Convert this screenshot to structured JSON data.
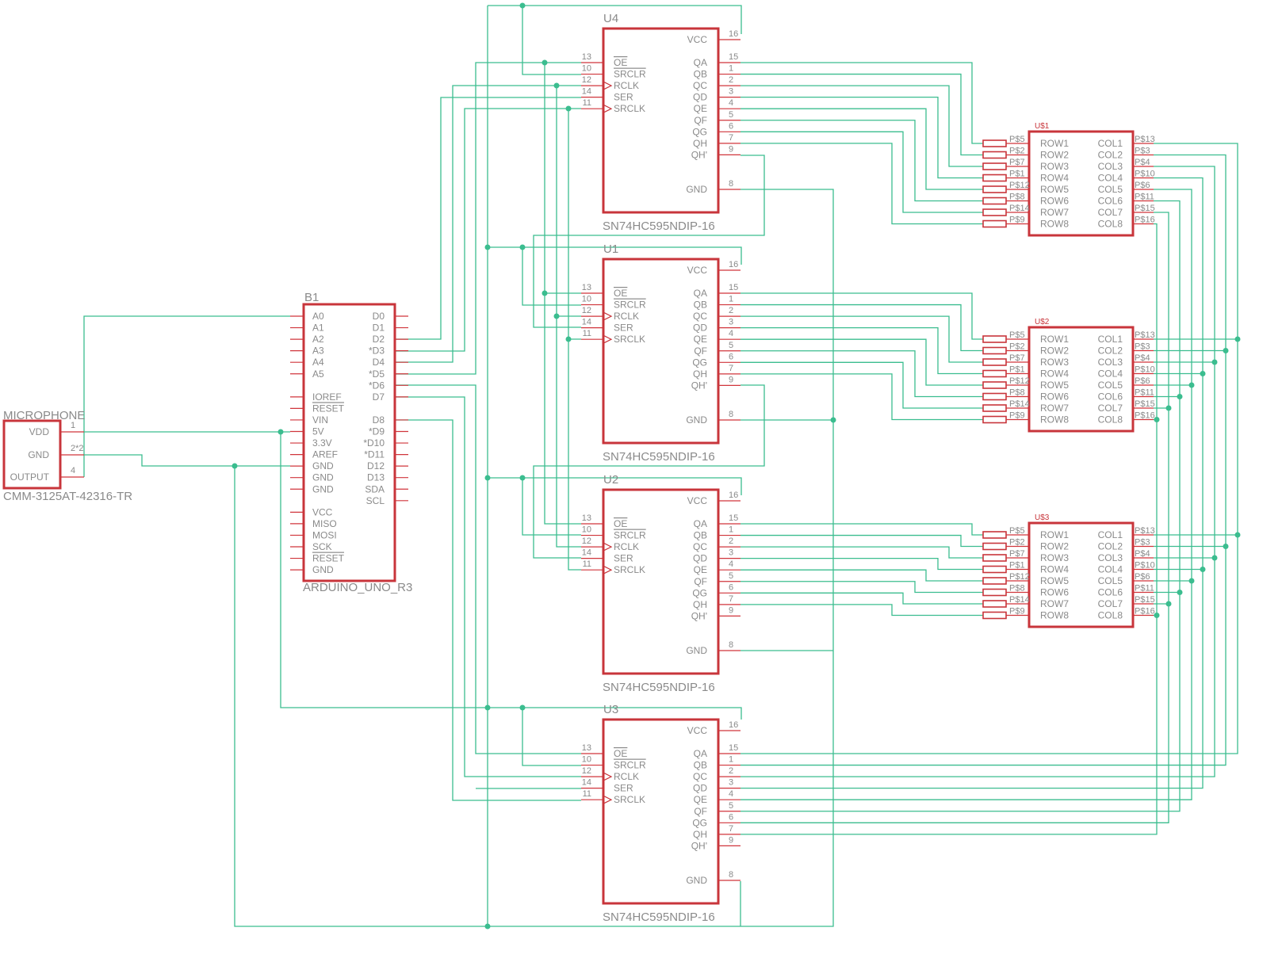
{
  "microphone": {
    "ref": "MICROPHONE",
    "value": "CMM-3125AT-42316-TR",
    "pins": [
      {
        "label": "VDD",
        "num": "1"
      },
      {
        "label": "GND",
        "num": "2*2"
      },
      {
        "label": "OUTPUT",
        "num": "4"
      }
    ]
  },
  "arduino": {
    "ref": "B1",
    "value": "ARDUINO_UNO_R3",
    "left_pins": [
      "A0",
      "A1",
      "A2",
      "A3",
      "A4",
      "A5",
      "",
      "IOREF",
      "RESET",
      "VIN",
      "5V",
      "3.3V",
      "AREF",
      "GND",
      "GND",
      "GND",
      "",
      "VCC",
      "MISO",
      "MOSI",
      "SCK",
      "RESET",
      "GND"
    ],
    "right_pins": [
      "D0",
      "D1",
      "D2",
      "*D3",
      "D4",
      "*D5",
      "*D6",
      "D7",
      "",
      "D8",
      "*D9",
      "*D10",
      "*D11",
      "D12",
      "D13",
      "SDA",
      "SCL"
    ]
  },
  "shift_registers": [
    {
      "ref": "U4",
      "value": "SN74HC595NDIP-16"
    },
    {
      "ref": "U1",
      "value": "SN74HC595NDIP-16"
    },
    {
      "ref": "U2",
      "value": "SN74HC595NDIP-16"
    },
    {
      "ref": "U3",
      "value": "SN74HC595NDIP-16"
    }
  ],
  "sr_left_pins": [
    {
      "label": "OE",
      "num": "13",
      "overline": true
    },
    {
      "label": "SRCLR",
      "num": "10",
      "overline": true
    },
    {
      "label": "RCLK",
      "num": "12",
      "clock": true
    },
    {
      "label": "SER",
      "num": "14"
    },
    {
      "label": "SRCLK",
      "num": "11",
      "clock": true
    }
  ],
  "sr_right_pins": [
    {
      "label": "VCC",
      "num": "16"
    },
    {
      "label": "QA",
      "num": "15"
    },
    {
      "label": "QB",
      "num": "1"
    },
    {
      "label": "QC",
      "num": "2"
    },
    {
      "label": "QD",
      "num": "3"
    },
    {
      "label": "QE",
      "num": "4"
    },
    {
      "label": "QF",
      "num": "5"
    },
    {
      "label": "QG",
      "num": "6"
    },
    {
      "label": "QH",
      "num": "7"
    },
    {
      "label": "QH'",
      "num": "9"
    },
    {
      "label": "GND",
      "num": "8"
    }
  ],
  "matrices": [
    {
      "ref": "U$1"
    },
    {
      "ref": "U$2"
    },
    {
      "ref": "U$3"
    }
  ],
  "matrix_row_pads": [
    "P$5",
    "P$2",
    "P$7",
    "P$1",
    "P$12",
    "P$8",
    "P$14",
    "P$9"
  ],
  "matrix_row_labels": [
    "ROW1",
    "ROW2",
    "ROW3",
    "ROW4",
    "ROW5",
    "ROW6",
    "ROW7",
    "ROW8"
  ],
  "matrix_col_labels": [
    "COL1",
    "COL2",
    "COL3",
    "COL4",
    "COL5",
    "COL6",
    "COL7",
    "COL8"
  ],
  "matrix_col_pads": [
    "P$13",
    "P$3",
    "P$4",
    "P$10",
    "P$6",
    "P$11",
    "P$15",
    "P$16"
  ],
  "colors": {
    "component": "#c8353b",
    "wire": "#3bbd8f",
    "label": "#8a8a8a"
  }
}
